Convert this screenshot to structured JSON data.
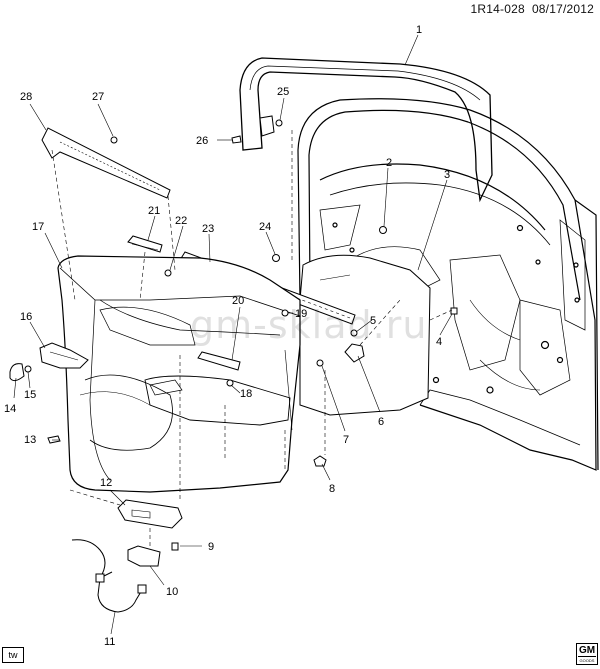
{
  "header": {
    "doc_id": "1R14-028",
    "date": "08/17/2012"
  },
  "watermark": "gm-sklad.ru",
  "tw_label": "tw",
  "logo": {
    "text": "GM",
    "subtext": "GOODS"
  },
  "callouts": {
    "c1": "1",
    "c2": "2",
    "c3": "3",
    "c4": "4",
    "c5": "5",
    "c6": "6",
    "c7": "7",
    "c8": "8",
    "c9": "9",
    "c10": "10",
    "c11": "11",
    "c12": "12",
    "c13": "13",
    "c14": "14",
    "c15": "15",
    "c16": "16",
    "c17": "17",
    "c18": "18",
    "c19": "19",
    "c20": "20",
    "c21": "21",
    "c22": "22",
    "c23": "23",
    "c24": "24",
    "c25": "25",
    "c26": "26",
    "c27": "27",
    "c28": "28"
  },
  "colors": {
    "line": "#000000",
    "background": "#ffffff"
  }
}
